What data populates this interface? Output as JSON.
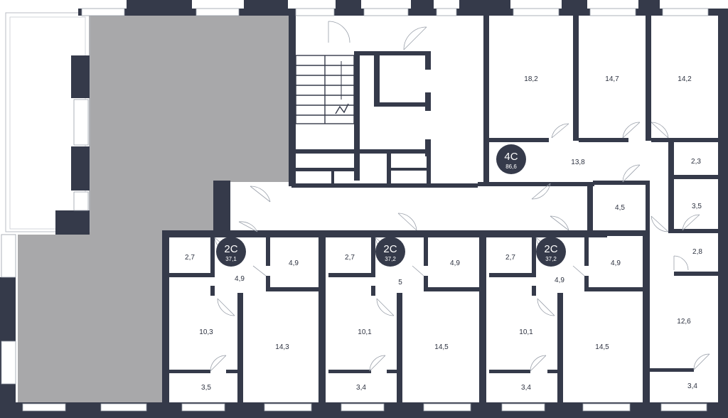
{
  "colors": {
    "wall": "#353a4a",
    "shaded_area": "#a8a8aa",
    "floor": "#ffffff",
    "label": "#2d3240",
    "badge": "#353a4a",
    "badge_text": "#ffffff"
  },
  "apartments": [
    {
      "code": "4C",
      "area": "86,6"
    },
    {
      "code": "2C",
      "area": "37,1"
    },
    {
      "code": "2C",
      "area": "37,2"
    },
    {
      "code": "2C",
      "area": "37,2"
    }
  ],
  "rooms": [
    {
      "label": "18,2"
    },
    {
      "label": "14,7"
    },
    {
      "label": "14,2"
    },
    {
      "label": "13,8"
    },
    {
      "label": "2,3"
    },
    {
      "label": "4,5"
    },
    {
      "label": "3,5"
    },
    {
      "label": "2,8"
    },
    {
      "label": "12,6"
    },
    {
      "label": "3,4"
    },
    {
      "label": "2,7"
    },
    {
      "label": "4,9"
    },
    {
      "label": "4,9"
    },
    {
      "label": "10,3"
    },
    {
      "label": "14,3"
    },
    {
      "label": "3,5"
    },
    {
      "label": "2,7"
    },
    {
      "label": "5"
    },
    {
      "label": "4,9"
    },
    {
      "label": "10,1"
    },
    {
      "label": "14,5"
    },
    {
      "label": "3,4"
    },
    {
      "label": "2,7"
    },
    {
      "label": "4,9"
    },
    {
      "label": "4,9"
    },
    {
      "label": "10,1"
    },
    {
      "label": "14,5"
    },
    {
      "label": "3,4"
    }
  ]
}
